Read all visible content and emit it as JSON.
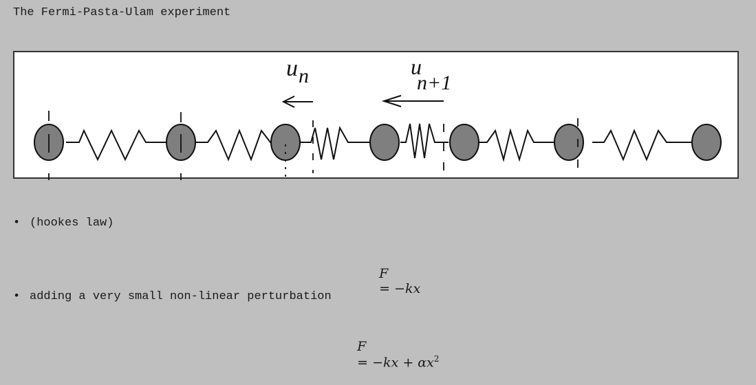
{
  "slide": {
    "title": "The Fermi-Pasta-Ulam experiment",
    "figure": {
      "label_un": "u",
      "label_un_sub": "n",
      "label_un1": "u",
      "label_un1_sub": "n+1"
    },
    "bullets": [
      {
        "text": "(hookes law)",
        "equation_lhs": "F",
        "equation_rhs": "= −kx"
      },
      {
        "text": "adding a very small non-linear perturbation",
        "equation_lhs": "F",
        "equation_rhs": "= −kx + αx",
        "equation_sup": "2"
      }
    ],
    "colors": {
      "background": "#bfbfbf",
      "mass_fill": "#7f7f7f"
    }
  }
}
